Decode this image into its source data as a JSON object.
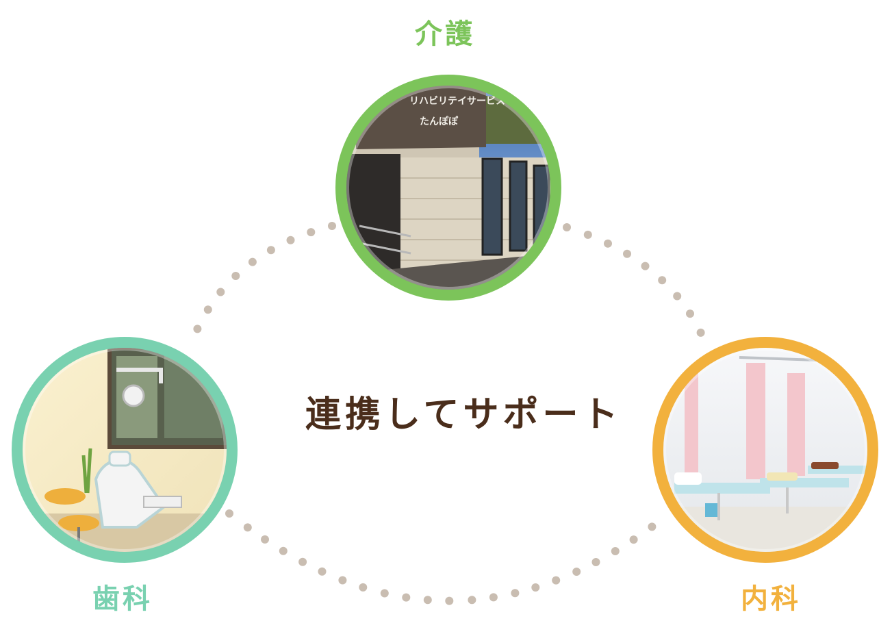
{
  "center_text": "連携してサポート",
  "nodes": {
    "care": {
      "label": "介護",
      "color": "#7cc45a",
      "sign_line1": "リハビリテイサービス",
      "sign_line2": "たんぽぽ"
    },
    "dental": {
      "label": "歯科",
      "color": "#79d1b0"
    },
    "internal": {
      "label": "内科",
      "color": "#f2b13d"
    }
  },
  "colors": {
    "text_main": "#4a2d1b",
    "dots": "#c9bdb1",
    "background": "#ffffff"
  }
}
